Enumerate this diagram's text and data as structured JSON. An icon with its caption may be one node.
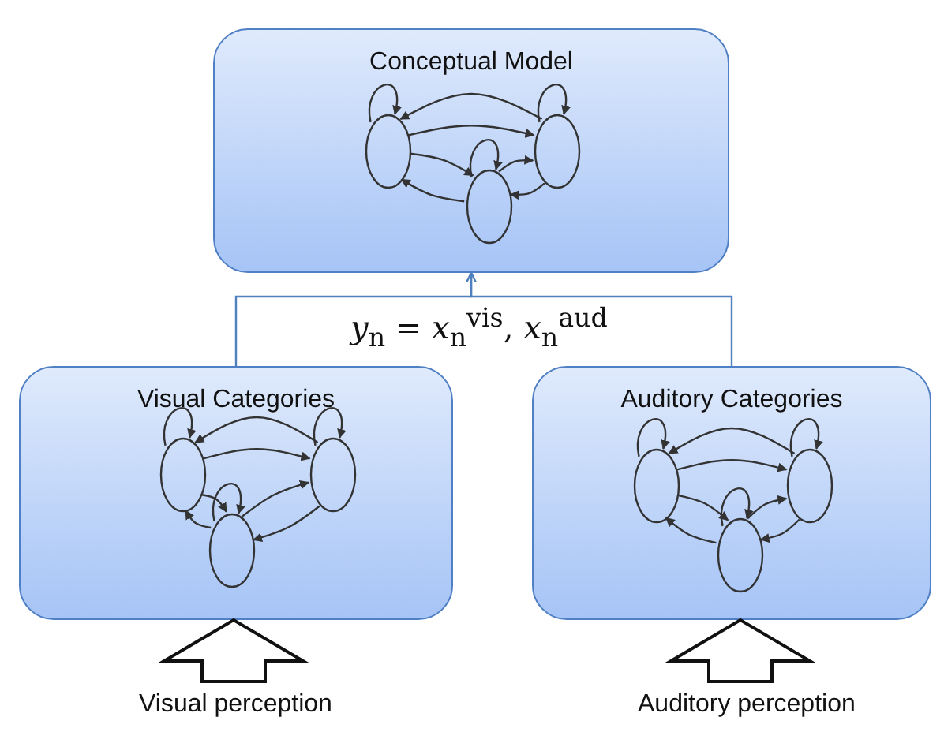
{
  "diagram": {
    "nodes": [
      {
        "text": [
          "Conceptual Model"
        ]
      },
      {
        "text": [],
        "shape": "circle",
        "in": 0
      },
      {
        "text": [],
        "shape": "circle",
        "in": 0
      },
      {
        "text": [],
        "shape": "circle",
        "in": 0
      },
      {
        "text": [
          "Visual Categories"
        ]
      },
      {
        "text": [],
        "shape": "circle",
        "in": 4
      },
      {
        "text": [],
        "shape": "circle",
        "in": 4
      },
      {
        "text": [],
        "shape": "circle",
        "in": 4
      },
      {
        "text": [
          "Auditory Categories"
        ]
      },
      {
        "text": [],
        "shape": "circle",
        "in": 8
      },
      {
        "text": [],
        "shape": "circle",
        "in": 8
      },
      {
        "text": [],
        "shape": "circle",
        "in": 8
      },
      {
        "text": [
          "Visual perception"
        ]
      },
      {
        "text": [
          "Auditory perception"
        ]
      }
    ],
    "edges": [
      {
        "from": 1,
        "to": 1,
        "arrow": "to"
      },
      {
        "from": 2,
        "to": 2,
        "arrow": "to"
      },
      {
        "from": 3,
        "to": 3,
        "arrow": "to"
      },
      {
        "from": 2,
        "to": 1,
        "arrow": "to"
      },
      {
        "from": 1,
        "to": 2,
        "arrow": "to"
      },
      {
        "from": 1,
        "to": 3,
        "arrow": "to"
      },
      {
        "from": 3,
        "to": 1,
        "arrow": "to"
      },
      {
        "from": 3,
        "to": 2,
        "arrow": "to"
      },
      {
        "from": 2,
        "to": 3,
        "arrow": "to"
      },
      {
        "from": 5,
        "to": 5,
        "arrow": "to"
      },
      {
        "from": 6,
        "to": 6,
        "arrow": "to"
      },
      {
        "from": 7,
        "to": 7,
        "arrow": "to"
      },
      {
        "from": 6,
        "to": 5,
        "arrow": "to"
      },
      {
        "from": 5,
        "to": 6,
        "arrow": "to"
      },
      {
        "from": 5,
        "to": 7,
        "arrow": "to"
      },
      {
        "from": 7,
        "to": 5,
        "arrow": "to"
      },
      {
        "from": 7,
        "to": 6,
        "arrow": "to"
      },
      {
        "from": 6,
        "to": 7,
        "arrow": "to"
      },
      {
        "from": 9,
        "to": 9,
        "arrow": "to"
      },
      {
        "from": 10,
        "to": 10,
        "arrow": "to"
      },
      {
        "from": 11,
        "to": 11,
        "arrow": "to"
      },
      {
        "from": 10,
        "to": 9,
        "arrow": "to"
      },
      {
        "from": 9,
        "to": 10,
        "arrow": "to"
      },
      {
        "from": 9,
        "to": 11,
        "arrow": "to"
      },
      {
        "from": 11,
        "to": 9,
        "arrow": "to"
      },
      {
        "from": 11,
        "to": 10,
        "arrow": "to"
      },
      {
        "from": 10,
        "to": 11,
        "arrow": "to"
      },
      {
        "from": 4,
        "to": 0,
        "arrow": "to",
        "color": "#4f81bd"
      },
      {
        "from": 8,
        "to": 0,
        "arrow": "to",
        "color": "#4f81bd"
      },
      {
        "from": 12,
        "to": 4,
        "arrow": "to",
        "style": "thick"
      },
      {
        "from": 13,
        "to": 8,
        "arrow": "to",
        "style": "thick"
      }
    ],
    "labels": [
      "*y*$_{n}$ = *x*$_{n}$$^{vis}$, *x*$_{n}$$^{aud}$"
    ]
  }
}
